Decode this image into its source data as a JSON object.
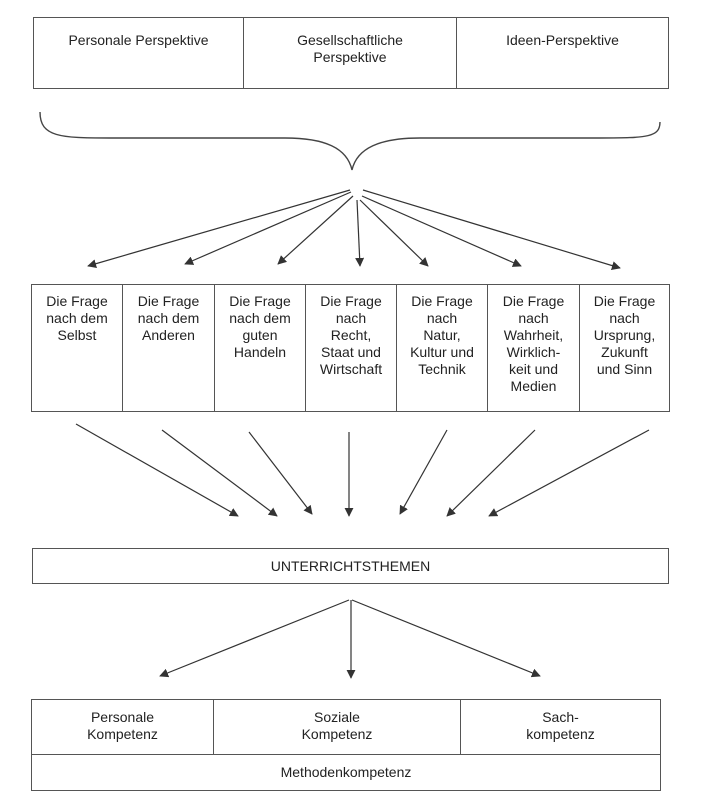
{
  "perspectives": [
    {
      "lines": [
        "Personale Perspektive"
      ]
    },
    {
      "lines": [
        "Gesellschaftliche",
        "Perspektive"
      ]
    },
    {
      "lines": [
        "Ideen-Perspektive"
      ]
    }
  ],
  "questions": [
    {
      "lines": [
        "Die Frage",
        "nach dem",
        "Selbst"
      ]
    },
    {
      "lines": [
        "Die Frage",
        "nach dem",
        "Anderen"
      ]
    },
    {
      "lines": [
        "Die Frage",
        "nach dem",
        "guten",
        "Handeln"
      ]
    },
    {
      "lines": [
        "Die Frage",
        "nach",
        "Recht,",
        "Staat und",
        "Wirtschaft"
      ]
    },
    {
      "lines": [
        "Die Frage",
        "nach",
        "Natur,",
        "Kultur und",
        "Technik"
      ]
    },
    {
      "lines": [
        "Die Frage",
        "nach",
        "Wahrheit,",
        "Wirklich-",
        "keit und",
        "Medien"
      ]
    },
    {
      "lines": [
        "Die Frage",
        "nach",
        "Ursprung,",
        "Zukunft",
        "und Sinn"
      ]
    }
  ],
  "topics": {
    "label": "UNTERRICHTSTHEMEN"
  },
  "competences": [
    {
      "lines": [
        "Personale",
        "Kompetenz"
      ]
    },
    {
      "lines": [
        "Soziale",
        "Kompetenz"
      ]
    },
    {
      "lines": [
        "Sach-",
        "kompetenz"
      ]
    }
  ],
  "method": {
    "label": "Methodenkompetenz"
  }
}
